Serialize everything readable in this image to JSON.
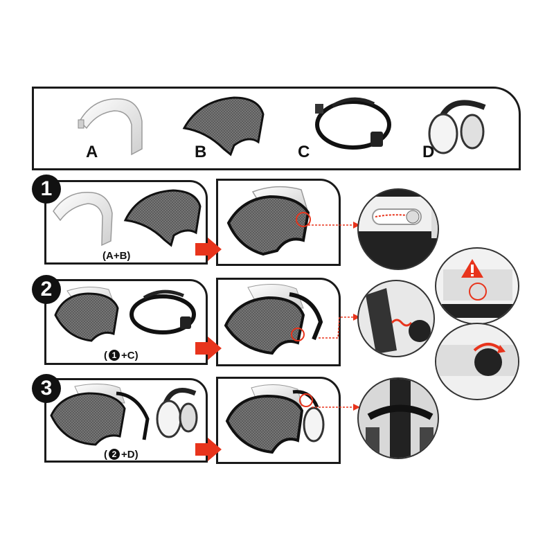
{
  "parts": [
    {
      "letter": "A",
      "icon": "visor-frame-icon"
    },
    {
      "letter": "B",
      "icon": "mesh-visor-icon"
    },
    {
      "letter": "C",
      "icon": "headband-icon"
    },
    {
      "letter": "D",
      "icon": "earmuffs-icon"
    }
  ],
  "steps": [
    {
      "number": "1",
      "combo_open": "(A+B)",
      "combo_step": "",
      "combo_plus": ""
    },
    {
      "number": "2",
      "combo_open": "(",
      "combo_step": "1",
      "combo_plus": "+C)"
    },
    {
      "number": "3",
      "combo_open": "(",
      "combo_step": "2",
      "combo_plus": "+D)"
    }
  ],
  "colors": {
    "accent": "#e8341c",
    "outline": "#1a1a1a",
    "mesh": "#6e6e6e",
    "frame": "#dcdcdc"
  }
}
